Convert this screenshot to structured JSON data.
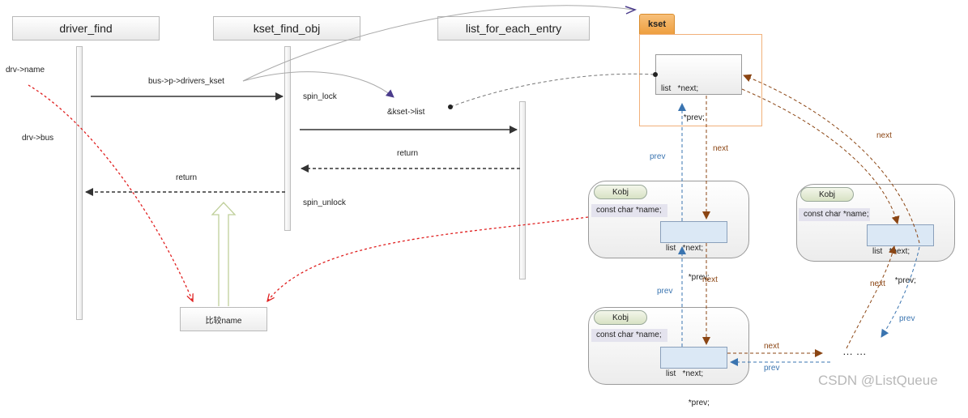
{
  "lifelines": {
    "driver_find": "driver_find",
    "kset_find_obj": "kset_find_obj",
    "list_for_each_entry": "list_for_each_entry"
  },
  "labels": {
    "drv_name": "drv->name",
    "drv_bus": "drv->bus",
    "bus_drivers_kset": "bus->p->drivers_kset",
    "spin_lock": "spin_lock",
    "kset_list": "&kset->list",
    "return_1": "return",
    "return_2": "return",
    "spin_unlock": "spin_unlock",
    "compare_name": "比较name"
  },
  "kset": {
    "title": "kset",
    "list_line1": "list   *next;",
    "list_line2": "          *prev;"
  },
  "kobjs": [
    {
      "tag": "Kobj",
      "name_field": "const char *name;",
      "list_line1": "list   *next;",
      "list_line2": "          *prev;"
    },
    {
      "tag": "Kobj",
      "name_field": "const char *name;",
      "list_line1": "list   *next;",
      "list_line2": "          *prev;"
    },
    {
      "tag": "Kobj",
      "name_field": "const char *name;",
      "list_line1": "list   *next;",
      "list_line2": "          *prev;"
    }
  ],
  "link_labels": {
    "next": "next",
    "prev": "prev",
    "ellipsis": "… …"
  },
  "watermark": "CSDN @ListQueue",
  "colors": {
    "next_arrow": "#8b4513",
    "prev_arrow": "#3a74b0",
    "name_compare_arrow": "#e02020",
    "kset_border": "#f1b07a",
    "kset_tab": "#ee9f3f",
    "list_box": "#dbe8f5"
  }
}
